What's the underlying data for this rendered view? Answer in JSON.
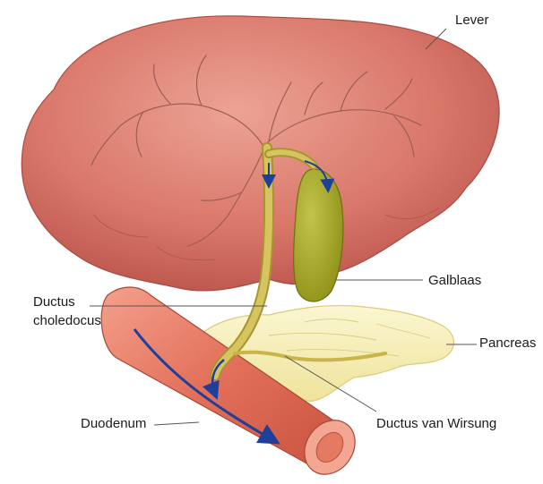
{
  "labels": {
    "liver": "Lever",
    "gallbladder": "Galblaas",
    "common_bile_duct_line1": "Ductus",
    "common_bile_duct_line2": "choledocus",
    "pancreas": "Pancreas",
    "duodenum": "Duodenum",
    "pancreatic_duct": "Ductus van Wirsung"
  },
  "colors": {
    "liver": "#d46a5e",
    "liver_highlight": "#e49a8c",
    "gallbladder": "#a3a521",
    "bile_duct": "#c4b24a",
    "pancreas": "#f6efb0",
    "duodenum": "#e8745e",
    "flow_arrow": "#1f3f9a"
  }
}
